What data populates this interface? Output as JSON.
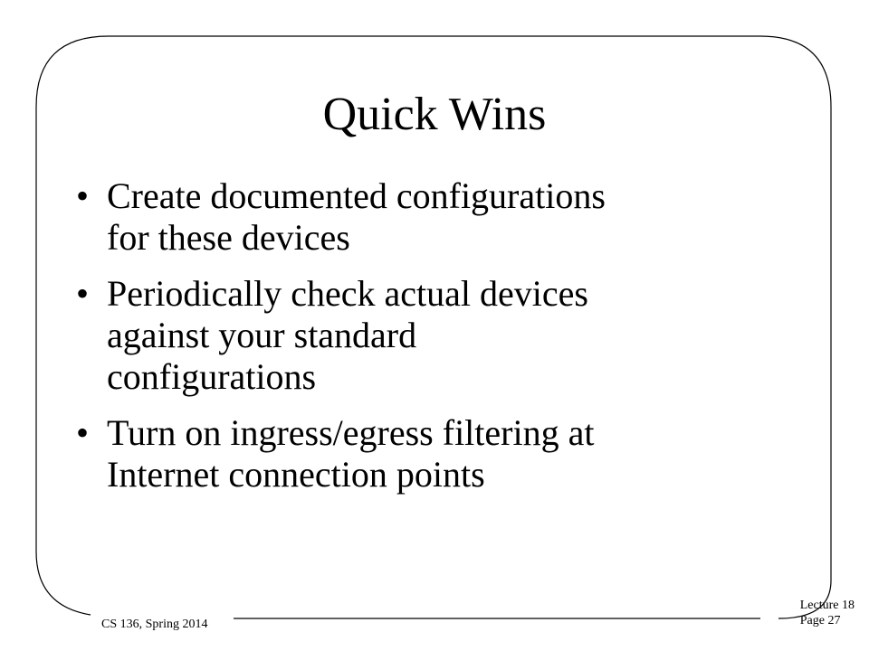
{
  "slide": {
    "title": "Quick Wins",
    "bullets": [
      {
        "lines": [
          "Create documented configurations",
          "for these devices"
        ]
      },
      {
        "lines": [
          "Periodically check actual devices",
          "against your standard",
          "configurations"
        ]
      },
      {
        "lines": [
          "Turn on ingress/egress filtering at",
          "Internet connection points"
        ]
      }
    ],
    "bullet_glyph": "•"
  },
  "footer": {
    "course": "CS 136, Spring 2014",
    "lecture": "Lecture 18",
    "page": "Page 27"
  }
}
